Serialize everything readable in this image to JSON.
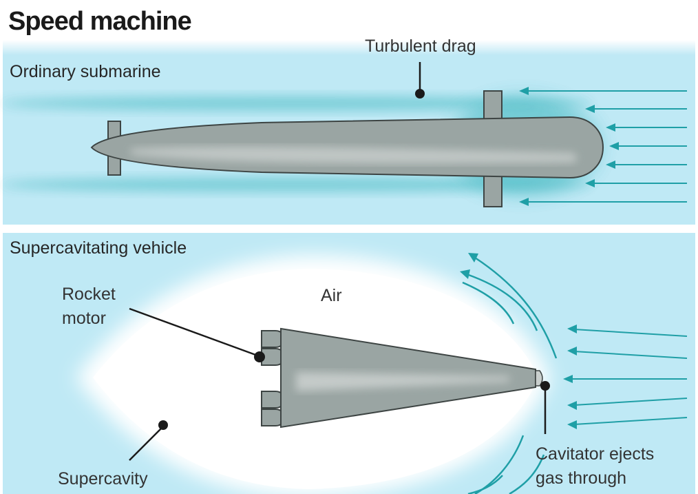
{
  "title": "Speed machine",
  "panels": {
    "ordinary": {
      "label": "Ordinary submarine",
      "annotations": {
        "turbulent_drag": "Turbulent drag"
      }
    },
    "supercavitating": {
      "label": "Supercavitating vehicle",
      "annotations": {
        "rocket_motor_line1": "Rocket",
        "rocket_motor_line2": "motor",
        "air": "Air",
        "supercavity": "Supercavity",
        "cavitator_line1": "Cavitator ejects",
        "cavitator_line2": "gas through"
      }
    }
  },
  "colors": {
    "water": "#bfe9f5",
    "water_border": "#8fd3e8",
    "wake": "#2aaeb6",
    "hull": "#9aa5a3",
    "hull_highlight": "#c9cfcd",
    "hull_outline": "#3d4443",
    "flow_arrow": "#1f9fa6",
    "cavity": "#ffffff",
    "leader_line": "#1a1a1a"
  }
}
